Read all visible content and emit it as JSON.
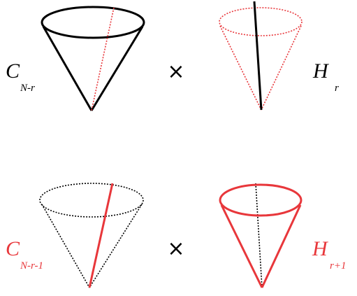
{
  "labels": {
    "top_left": {
      "main": "C",
      "sub": "N-r"
    },
    "top_right": {
      "main": "H",
      "sub": "r"
    },
    "bottom_left": {
      "main": "C",
      "sub": "N-r-1"
    },
    "bottom_right": {
      "main": "H",
      "sub": "r+1"
    }
  },
  "operators": {
    "top": "×",
    "bottom": "×"
  },
  "colors": {
    "black": "#000000",
    "red": "#e8373b"
  }
}
